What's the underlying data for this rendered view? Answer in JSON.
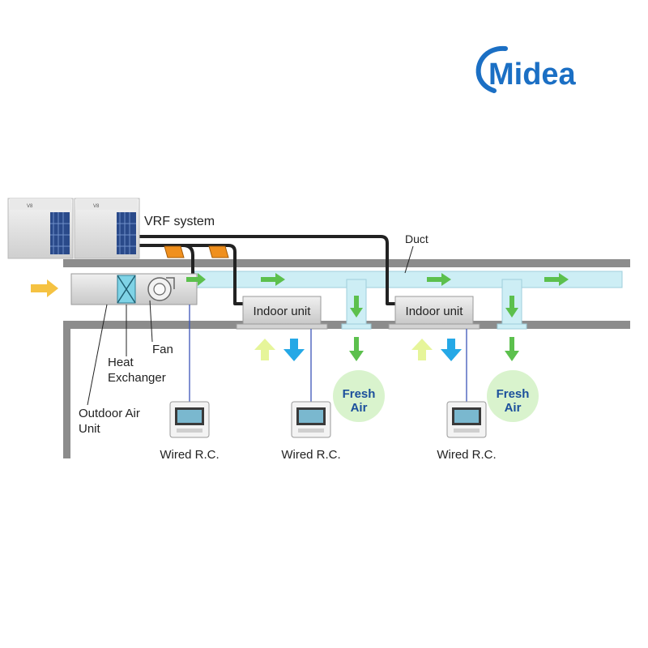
{
  "brand": {
    "logo_text": "Midea",
    "color": "#1b6fc4"
  },
  "labels": {
    "vrf_system": "VRF system",
    "duct": "Duct",
    "indoor_unit_1": "Indoor unit",
    "indoor_unit_2": "Indoor unit",
    "fan": "Fan",
    "heat_exchanger_line1": "Heat",
    "heat_exchanger_line2": "Exchanger",
    "outdoor_air_unit_line1": "Outdoor Air",
    "outdoor_air_unit_line2": "Unit",
    "wired_rc_1": "Wired R.C.",
    "wired_rc_2": "Wired R.C.",
    "wired_rc_3": "Wired R.C.",
    "fresh_air_1_line1": "Fresh",
    "fresh_air_1_line2": "Air",
    "fresh_air_2_line1": "Fresh",
    "fresh_air_2_line2": "Air",
    "outdoor_unit_badge": "V8"
  },
  "colors": {
    "duct_fill": "#cdeef5",
    "flow_arrow": "#5cc04d",
    "intake_arrow": "#f5c242",
    "return_arrow": "#e6f59a",
    "supply_arrow": "#25a8e6",
    "fresh_air_circle": "#d9f3cd",
    "pipe": "#222222",
    "connector": "#f0901e",
    "control_wire": "#3b55b8"
  },
  "icons": [
    "outdoor-unit-icon",
    "wired-remote-icon",
    "heat-exchanger-icon",
    "fan-icon"
  ]
}
